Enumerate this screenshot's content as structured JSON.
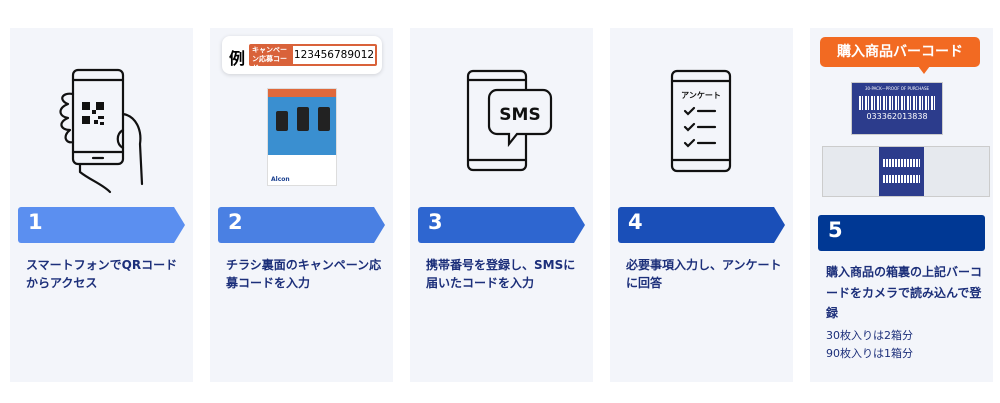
{
  "steps": [
    {
      "number": "1",
      "text": "スマートフォンでQRコードからアクセス",
      "color": "#5b8ff0"
    },
    {
      "number": "2",
      "text": "チラシ裏面のキャンペーン応募コードを入力",
      "color": "#4a80e3",
      "example_label": "例",
      "code_label": "キャンペーン応募コード",
      "code_value": "123456789012",
      "flyer_brand": "Alcon"
    },
    {
      "number": "3",
      "text": "携帯番号を登録し、SMSに届いたコードを入力",
      "color": "#2e66d0",
      "icon_text": "SMS"
    },
    {
      "number": "4",
      "text": "必要事項入力し、アンケートに回答",
      "color": "#1a4fb8",
      "icon_text": "アンケート"
    },
    {
      "number": "5",
      "text": "購入商品の箱裏の上記バーコードをカメラで読み込んで登録",
      "color": "#003894",
      "callout": "購入商品バーコード",
      "barcode_header": "30-PACK—PROOF OF PURCHASE",
      "barcode_number": "033362013838",
      "notes": [
        "30枚入りは2箱分",
        "90枚入りは1箱分"
      ]
    }
  ]
}
